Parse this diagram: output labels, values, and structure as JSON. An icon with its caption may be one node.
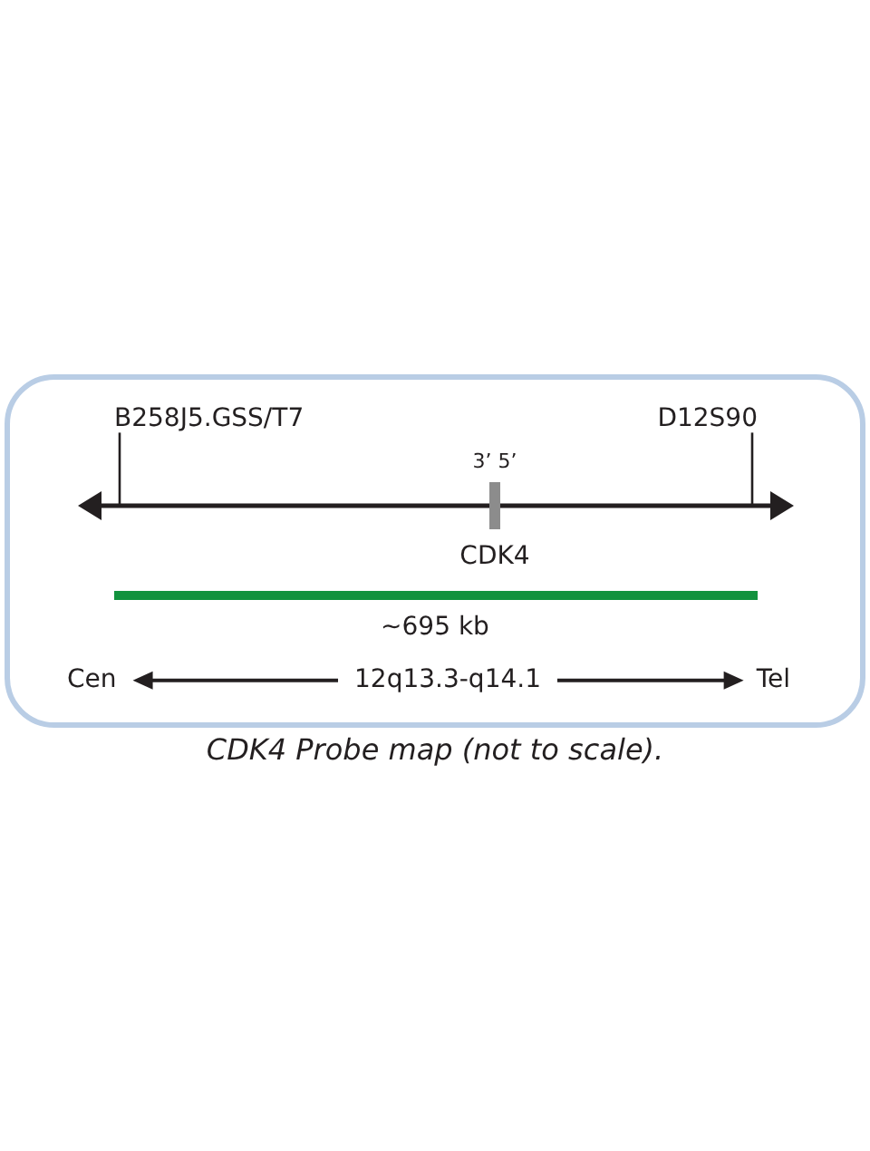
{
  "diagram": {
    "caption": "CDK4 Probe map (not to scale).",
    "nodes": [
      {
        "text": [
          "B258J5.GSS/T7"
        ]
      },
      {
        "text": [
          "D12S90"
        ]
      }
    ],
    "edges": [
      {
        "from": 0,
        "to": null,
        "arrow": "none"
      },
      {
        "from": 1,
        "to": null,
        "arrow": "none"
      }
    ],
    "labels": [
      "3’ 5’",
      "CDK4",
      "~695 kb",
      "Cen",
      "12q13.3-q14.1",
      "Tel"
    ]
  }
}
